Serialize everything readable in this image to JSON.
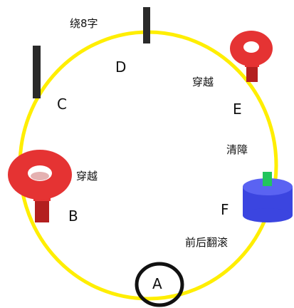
{
  "course": {
    "track_color": "#ffee00",
    "start_ring_color": "#111111",
    "pole_color": "#2a2a2a",
    "ring_obstacle_color": "#e53333",
    "ring_obstacle_shade": "#b31f1f",
    "drum_color": "#3b45e0",
    "drum_top_color": "#5a63f2",
    "drum_cap_color": "#22c55e"
  },
  "points": {
    "A": "A",
    "B": "B",
    "C": "C",
    "D": "D",
    "E": "E",
    "F": "F"
  },
  "tasks": {
    "figure_eight": "绕8字",
    "pass_through_upper": "穿越",
    "pass_through_left": "穿越",
    "clear_obstacle": "清障",
    "roll": "前后翻滚"
  }
}
